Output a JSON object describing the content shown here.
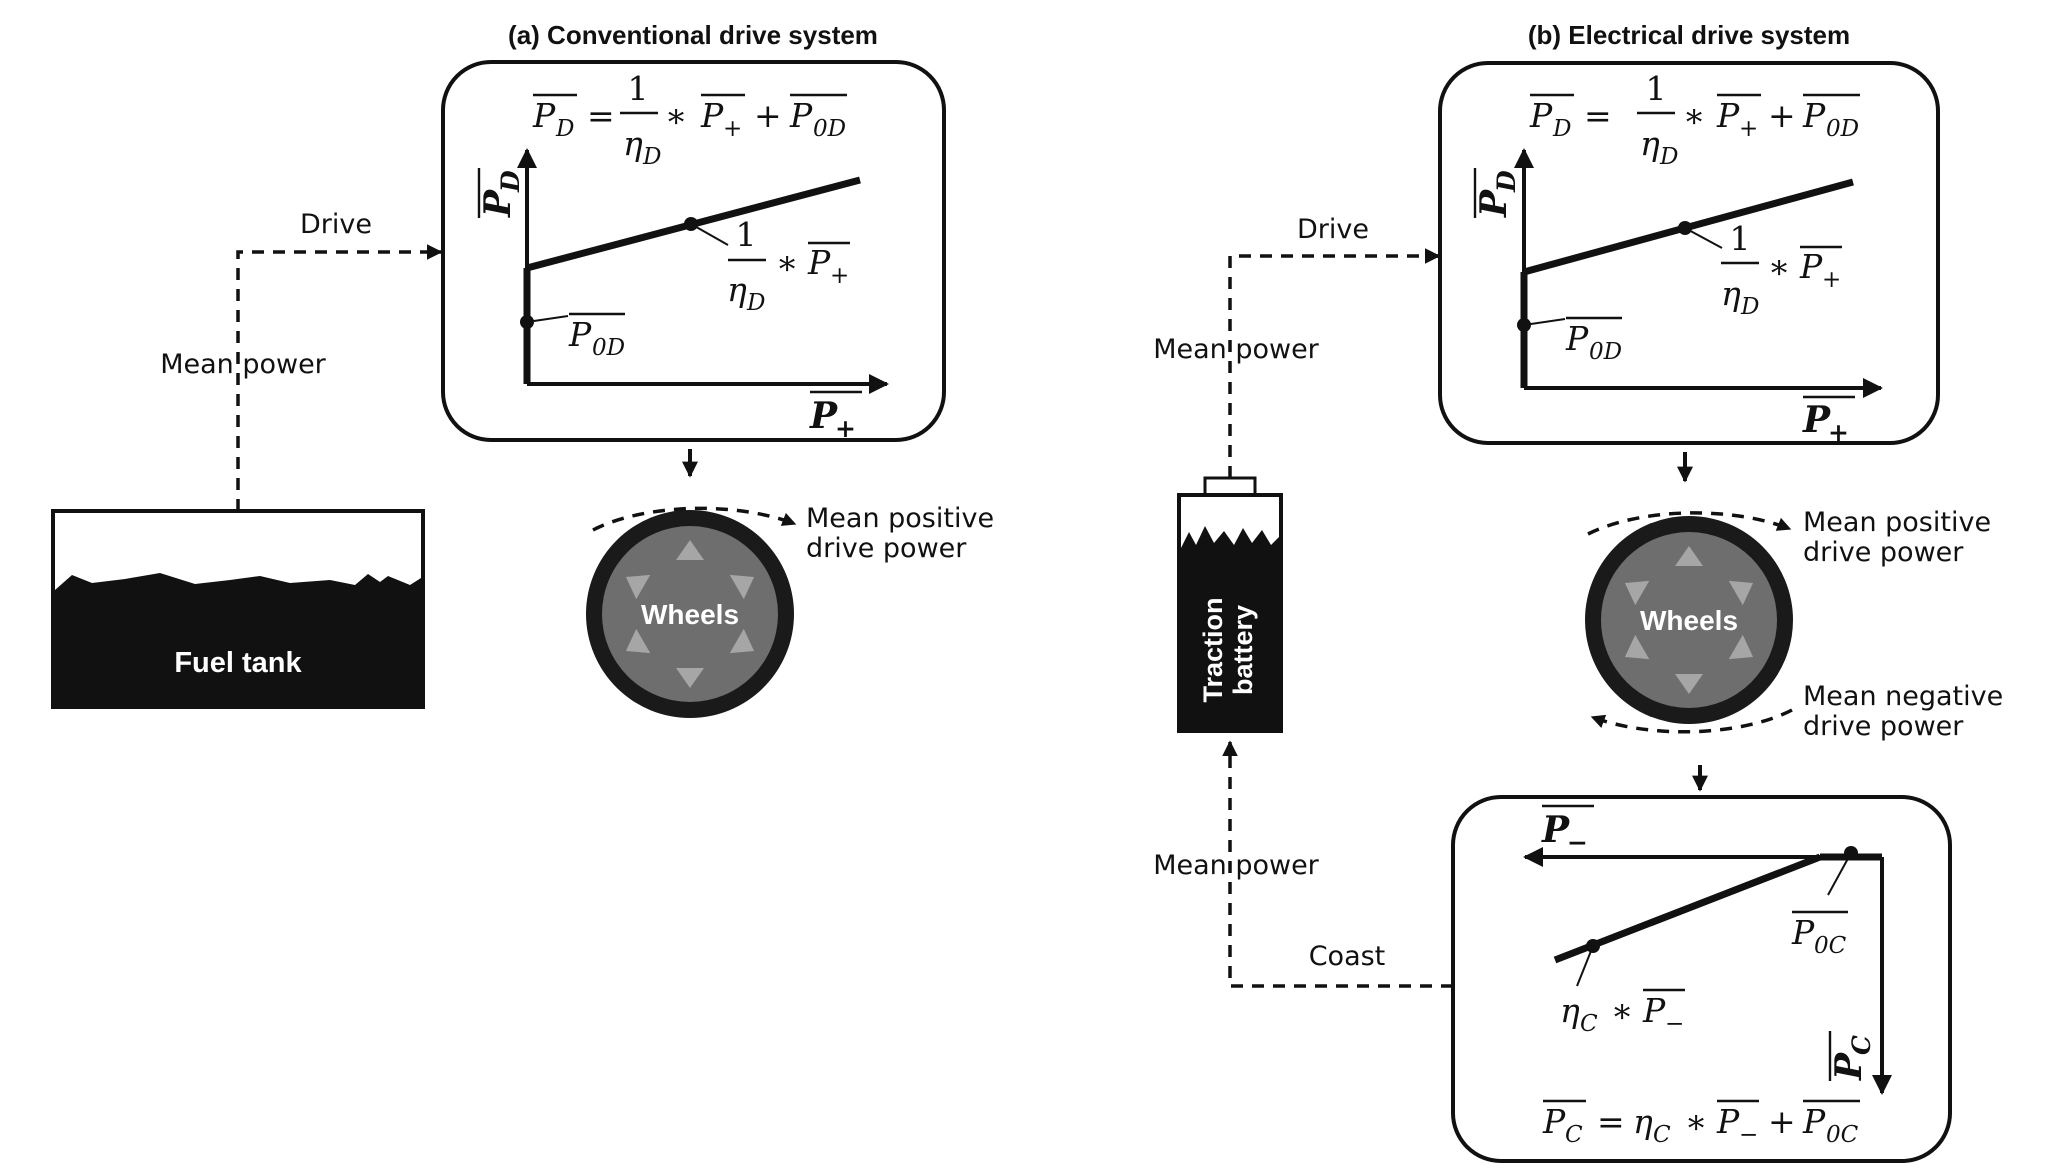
{
  "titles": {
    "conventional": "(a) Conventional drive system",
    "electrical": "(b) Electrical drive system"
  },
  "labels": {
    "drive": "Drive",
    "mean_power": "Mean power",
    "coast": "Coast",
    "fuel_tank": "Fuel tank",
    "wheels": "Wheels",
    "traction_battery_line1": "Traction",
    "traction_battery_line2": "battery",
    "mean_positive_line1": "Mean positive",
    "mean_positive_line2": "drive power",
    "mean_negative_line1": "Mean negative",
    "mean_negative_line2": "drive power"
  },
  "math": {
    "P": "P",
    "eta": "η",
    "one": "1",
    "equals": "=",
    "times": "∗",
    "plus": "+",
    "sub_D": "D",
    "sub_0D": "0D",
    "sub_C": "C",
    "sub_0C": "0C",
    "sub_plus": "+",
    "sub_minus": "−"
  },
  "colors": {
    "ink": "#111111",
    "wheel_tire": "#1a1a1a",
    "wheel_rim": "#6e6e6e",
    "wheel_spoke": "#a6a6a6"
  }
}
